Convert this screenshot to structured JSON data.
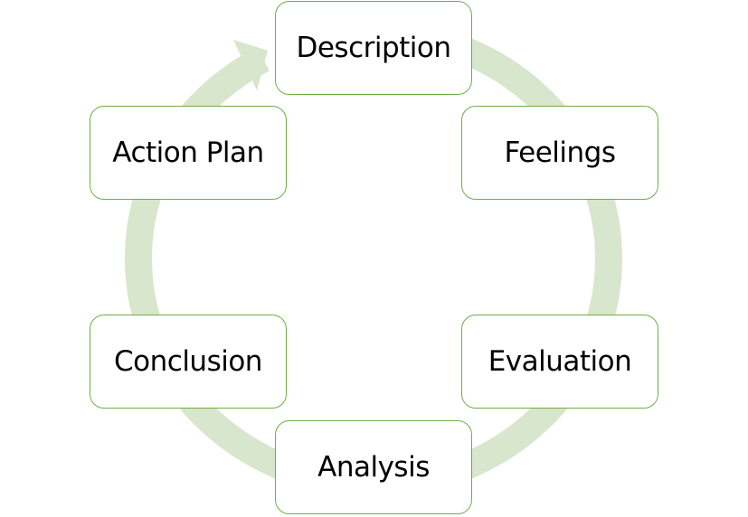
{
  "diagram": {
    "type": "cycle",
    "colors": {
      "arrow": "#d7e6cc",
      "node_border": "#70ad47",
      "node_fill": "#ffffff",
      "text": "#000000"
    },
    "nodes": [
      {
        "id": "description",
        "label": "Description"
      },
      {
        "id": "feelings",
        "label": "Feelings"
      },
      {
        "id": "evaluation",
        "label": "Evaluation"
      },
      {
        "id": "analysis",
        "label": "Analysis"
      },
      {
        "id": "conclusion",
        "label": "Conclusion"
      },
      {
        "id": "action-plan",
        "label": "Action Plan"
      }
    ],
    "direction": "clockwise"
  }
}
